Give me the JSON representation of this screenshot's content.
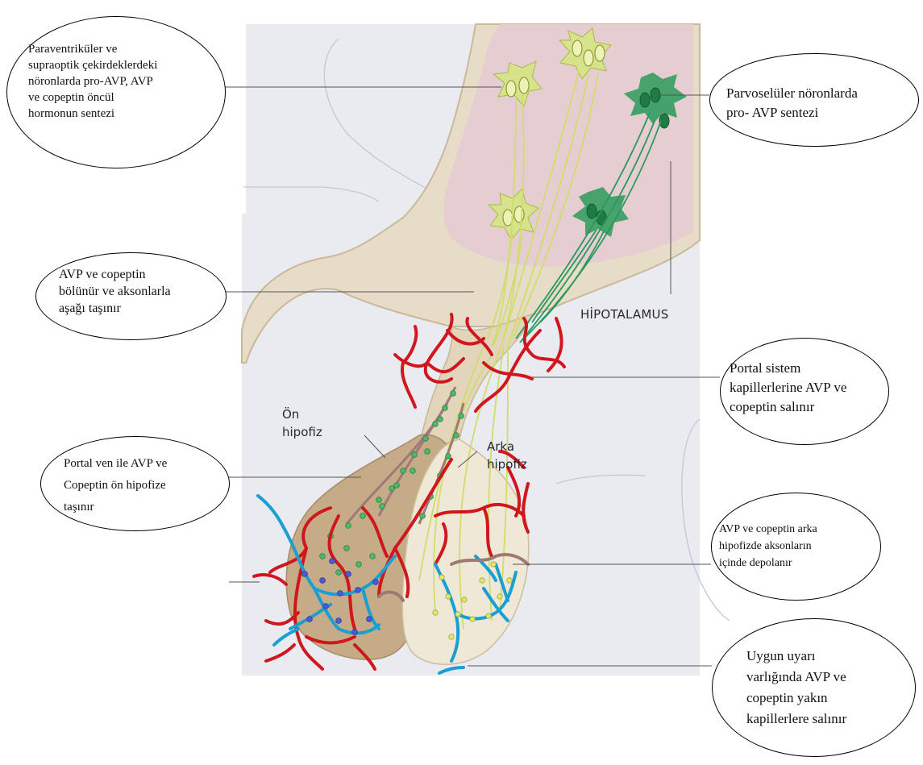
{
  "labels": {
    "hypothalamus": "HİPOTALAMUS",
    "anterior_pituitary": "Ön\nhipofiz",
    "posterior_pituitary": "Arka\nhipofiz"
  },
  "callouts": [
    {
      "id": "magnocellular-synthesis",
      "text": "Paraventriküler ve\nsupraoptik çekirdeklerdeki\nnöronlarda pro-AVP, AVP\nve copeptin öncül\nhormonun sentezi"
    },
    {
      "id": "parvocellular-synthesis",
      "text": "Parvoselüler nöronlarda\npro- AVP sentezi"
    },
    {
      "id": "axonal-transport",
      "text": "AVP ve copeptin\nbölünür ve aksonlarla\naşağı taşınır"
    },
    {
      "id": "portal-release",
      "text": "Portal sistem\nkapillerlerine AVP ve\ncopeptin salınır"
    },
    {
      "id": "portal-vein-transport",
      "text": "Portal ven ile AVP ve\nCopeptin ön hipofize\ntaşınır"
    },
    {
      "id": "posterior-storage",
      "text": "AVP ve copeptin arka\nhipofizde aksonların\niçinde depolanır"
    },
    {
      "id": "capillary-release",
      "text": "Uygun uyarı\nvarlığında AVP ve\ncopeptin yakın\nkapillerlere salınır"
    }
  ],
  "colors": {
    "hypothalamus_fill": "#e6cdd2",
    "tissue_fill": "#e6dcc8",
    "tissue_outline": "#c9b999",
    "anterior_fill": "#c6ab87",
    "posterior_fill": "#efe8d6",
    "magno_neuron": "#d6e38a",
    "parvo_neuron": "#2a9a5a",
    "artery": "#d0171d",
    "vein": "#1a9fd3",
    "portal_vessel": "#a0787a",
    "portal_dot": "#4cb86a",
    "blue_dot": "#4b5bd6",
    "background_panel": "#eaeaf1"
  }
}
